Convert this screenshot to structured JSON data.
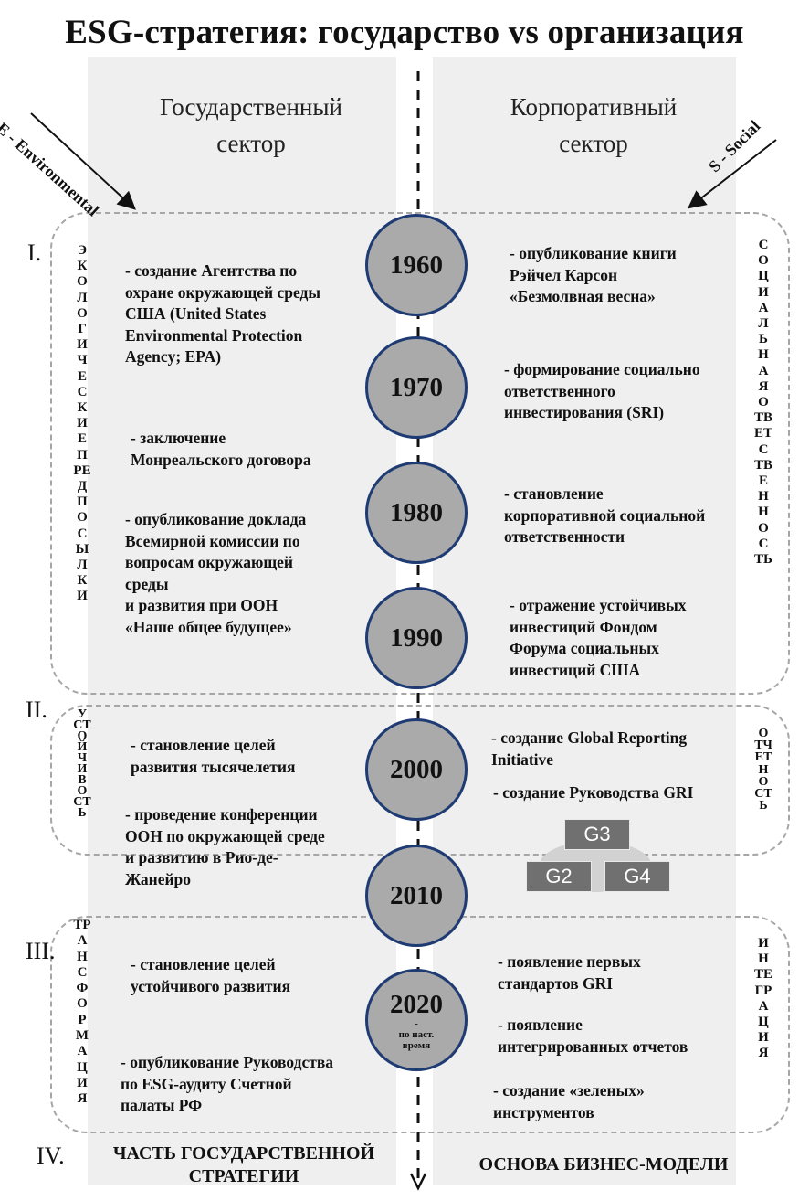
{
  "title": "ESG-стратегия: государство vs организация",
  "left_sector": "Государственный\nсектор",
  "right_sector": "Корпоративный\nсектор",
  "left_arrow_label": "E - Environmental",
  "right_arrow_label": "S - Social",
  "stages": [
    {
      "numeral": "I.",
      "left_vertical": "ЭКОЛОГИЧЕСКИЕ ПРЕДПОСЫЛКИ",
      "right_vertical": "СОЦИАЛЬНАЯ ОТВЕТСТВЕННОСТЬ"
    },
    {
      "numeral": "II.",
      "left_vertical": "УСТОЙЧИВОСТЬ",
      "right_vertical": "ОТЧЕТНОСТЬ"
    },
    {
      "numeral": "III.",
      "left_vertical": "ТРАНСФОРМАЦИЯ",
      "right_vertical": "ИНТЕГРАЦИЯ"
    },
    {
      "numeral": "IV."
    }
  ],
  "years": [
    "1960",
    "1970",
    "1980",
    "1990",
    "2000",
    "2010",
    "2020"
  ],
  "year_2020_note": "-\nпо наст.\nвремя",
  "left_events": [
    "- создание Агентства по\nохране окружающей среды\nСША (United States\nEnvironmental Protection\nAgency; EPA)",
    "- заключение\nМонреальского договора",
    "- опубликование доклада\nВсемирной комиссии по\nвопросам окружающей\nсреды\nи развития при ООН\n«Наше общее будущее»",
    "- становление целей\nразвития тысячелетия",
    "- проведение конференции\nООН по окружающей среде\nи развитию в Рио-де-\nЖанейро",
    "- становление целей\nустойчивого развития",
    "- опубликование Руководства\nпо ESG-аудиту Счетной\nпалаты РФ"
  ],
  "right_events": [
    "- опубликование книги\nРэйчел Карсон\n«Безмолвная весна»",
    "- формирование социально\nответственного\nинвестирования (SRI)",
    "- становление\nкорпоративной социальной\nответственности",
    "- отражение устойчивых\nинвестиций Фондом\nФорума социальных\nинвестиций США",
    "- создание Global Reporting\nInitiative",
    "- создание Руководства GRI",
    "- появление первых\nстандартов GRI",
    "- появление\nинтегрированных отчетов",
    "- создание «зеленых»\nинструментов"
  ],
  "gri_versions": [
    "G3",
    "G2",
    "G4"
  ],
  "bottom_left": "ЧАСТЬ ГОСУДАРСТВЕННОЙ\nСТРАТЕГИИ",
  "bottom_right": "ОСНОВА БИЗНЕС-МОДЕЛИ",
  "colors": {
    "circle_fill": "#aaaaaa",
    "circle_border": "#1f3b73",
    "column_bg": "#efefef",
    "stage_border": "#a6a6a6"
  }
}
